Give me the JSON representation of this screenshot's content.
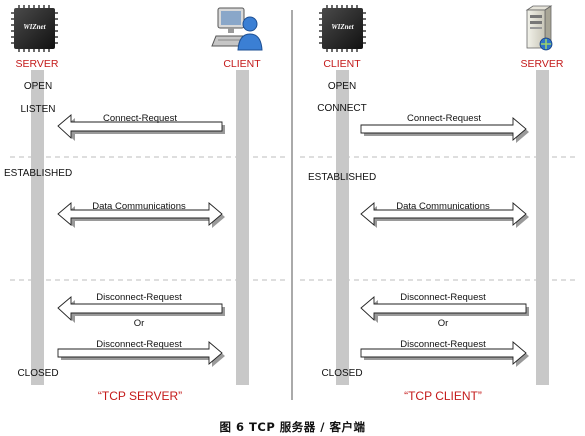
{
  "left_panel": {
    "server_label": "SERVER",
    "client_label": "CLIENT",
    "states": {
      "open": "OPEN",
      "listen": "LISTEN",
      "established": "ESTABLISHED",
      "closed": "CLOSED"
    },
    "messages": {
      "connect": "Connect-Request",
      "data": "Data Communications",
      "disconnect_1": "Disconnect-Request",
      "or": "Or",
      "disconnect_2": "Disconnect-Request"
    },
    "caption": "“TCP SERVER”"
  },
  "right_panel": {
    "client_label": "CLIENT",
    "server_label": "SERVER",
    "states": {
      "open": "OPEN",
      "connect": "CONNECT",
      "established": "ESTABLISHED",
      "closed": "CLOSED"
    },
    "messages": {
      "connect": "Connect-Request",
      "data": "Data Communications",
      "disconnect_1": "Disconnect-Request",
      "or": "Or",
      "disconnect_2": "Disconnect-Request"
    },
    "caption": "“TCP CLIENT”"
  },
  "chip_logo_text": "WIZnet",
  "figure_caption": "图 6 TCP 服务器 / 客户端"
}
